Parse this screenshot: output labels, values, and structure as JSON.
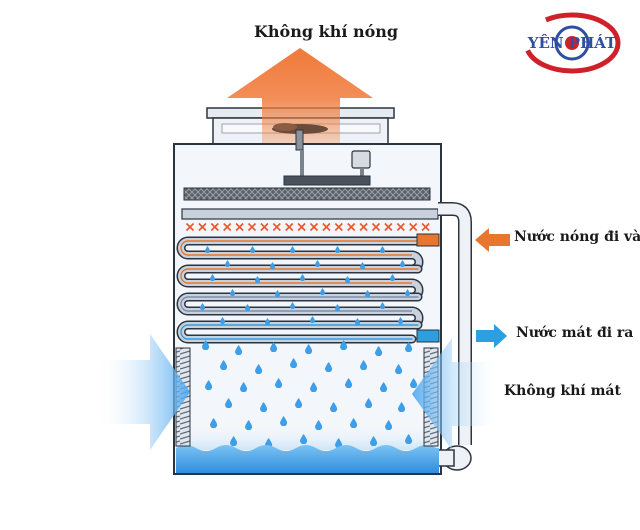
{
  "labels": {
    "hot_air_out": "Không khí nóng",
    "hot_water_in": "Nước nóng đi vào",
    "cool_water_out": "Nước mát đi ra",
    "cool_air_in": "Không khí mát"
  },
  "logo": {
    "text": "YÊN PHÁT"
  },
  "colors": {
    "hot": "#e8762c",
    "cool_arrow": "#2c9fe0",
    "water": "#3e9ee8",
    "coil_fill": "#c9d2dc",
    "tower_fill": "#f3f6fa",
    "tower_stroke": "#2b3440",
    "logo_red": "#d0202a",
    "logo_blue": "#2f4fa0"
  },
  "icons": [
    "fan-icon",
    "motor-icon",
    "water-drop-icon",
    "arrow-icon"
  ]
}
